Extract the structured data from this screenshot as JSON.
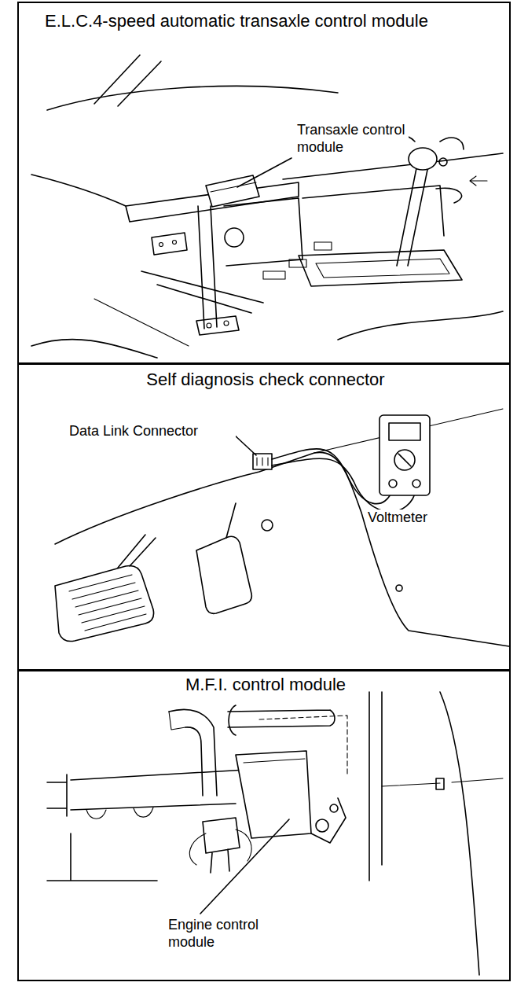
{
  "diagram": {
    "nodes": [
      {
        "text": [
          "E.L.C.4-speed automatic transaxle control module"
        ]
      },
      {
        "text": [
          "Self diagnosis check connector"
        ]
      },
      {
        "text": [
          "M.F.I. control module"
        ]
      }
    ],
    "labels": [
      "Transaxle control module",
      "Data Link Connector",
      "Voltmeter",
      "Engine control module"
    ]
  }
}
